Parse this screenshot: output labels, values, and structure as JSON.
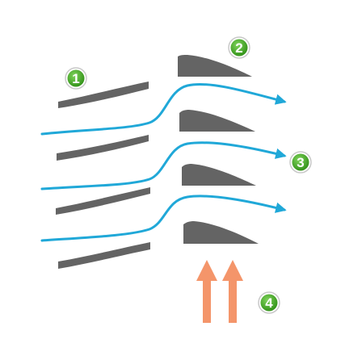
{
  "colors": {
    "vane": "#646464",
    "airflow": "#20a8d8",
    "injection": "#f4956a",
    "badge_fill": "#3fa21f",
    "badge_ring": "#c9c9c9"
  },
  "badges": [
    {
      "label": "1"
    },
    {
      "label": "2"
    },
    {
      "label": "3"
    },
    {
      "label": "4"
    }
  ],
  "icons": {
    "airflow": "arrow-right-icon",
    "injection": "arrow-up-icon"
  }
}
